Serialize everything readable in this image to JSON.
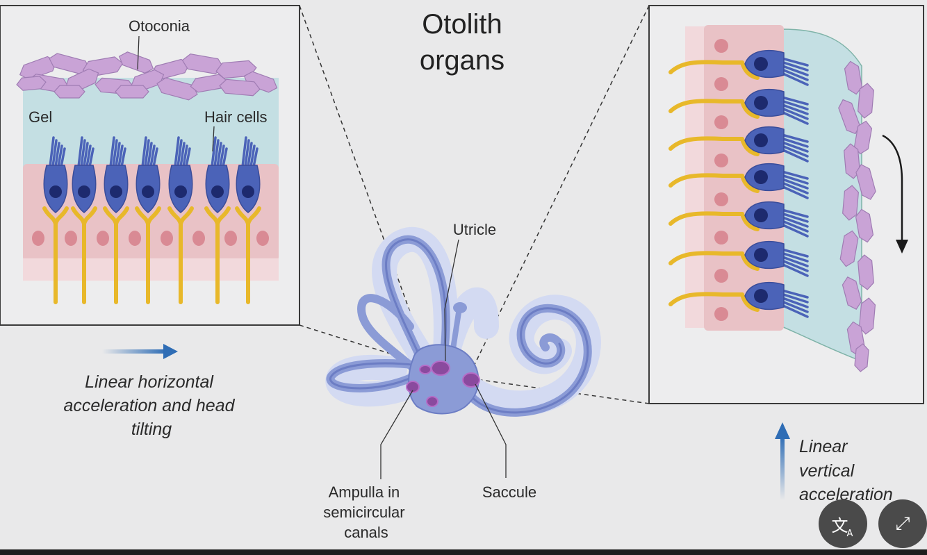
{
  "title": {
    "line1": "Otolith",
    "line2": "organs"
  },
  "left_panel": {
    "otoconia": "Otoconia",
    "gel": "Gel",
    "hair_cells": "Hair cells"
  },
  "labels": {
    "utricle": "Utricle",
    "saccule": "Saccule",
    "ampulla": [
      "Ampulla in",
      "semicircular",
      "canals"
    ]
  },
  "horizontal_caption": [
    "Linear horizontal",
    "acceleration and head",
    "tilting"
  ],
  "vertical_caption": [
    "Linear",
    "vertical",
    "acceleration"
  ],
  "controls": {
    "translate_icon": "translate-icon",
    "expand_icon": "expand-icon"
  },
  "colors": {
    "background": "#e9e9ea",
    "otoconia": "#c9a3d6",
    "gel": "#c4dfe3",
    "tissue": "#e9c2c6",
    "hair_cell": "#4b63b8",
    "nerve": "#e8b82a",
    "inner_ear": "#8b9bd6",
    "arrow": "#2f6db5"
  }
}
